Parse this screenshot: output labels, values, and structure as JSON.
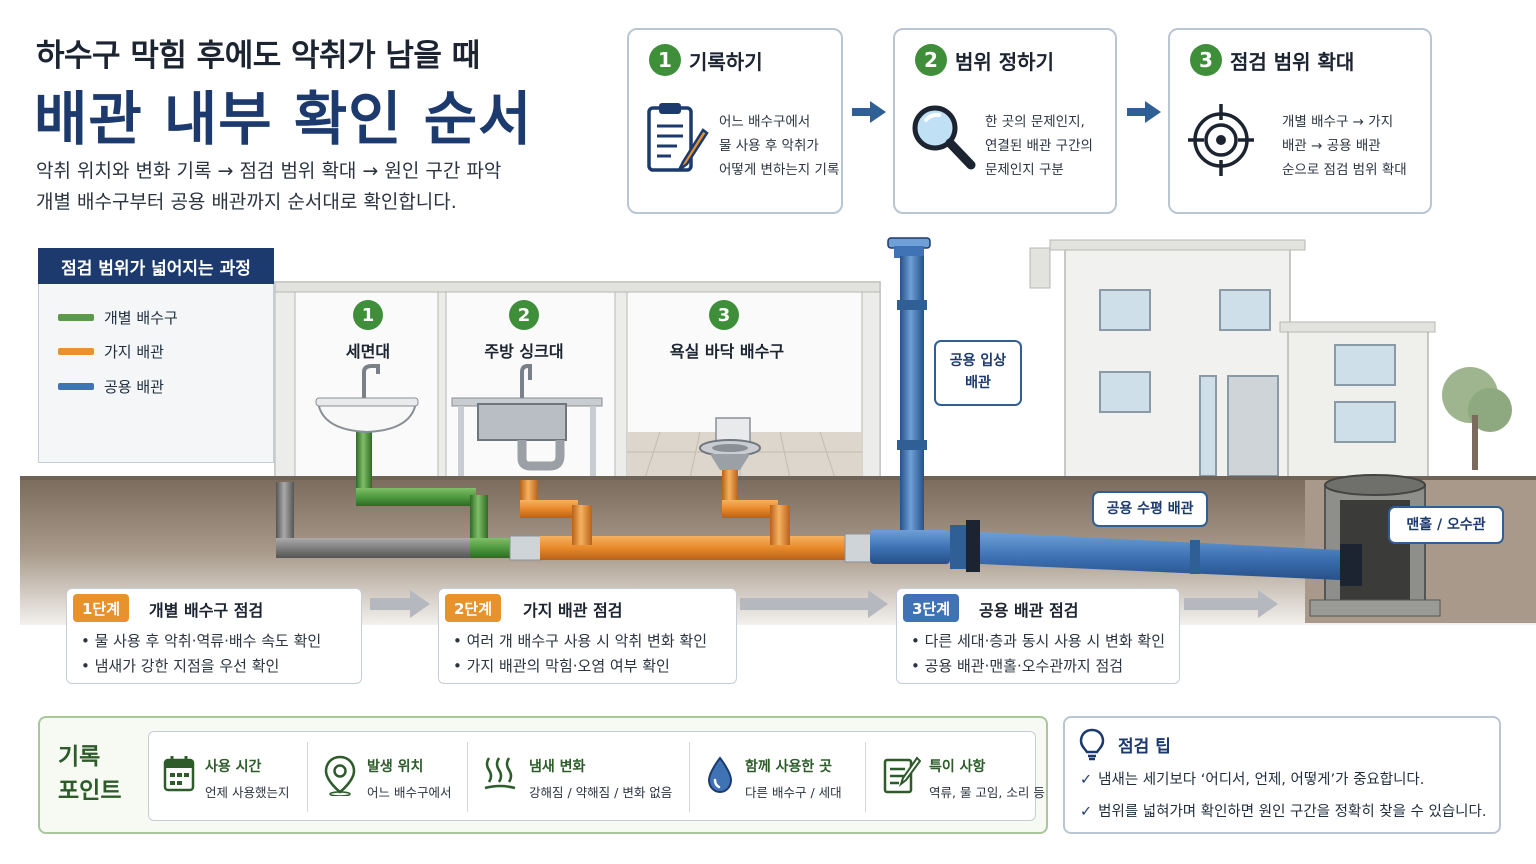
{
  "header": {
    "subtitle": "하수구 막힘 후에도 악취가 남을 때",
    "title": "배관 내부 확인 순서",
    "desc_line1": "악취 위치와 변화 기록 → 점검 범위 확대 → 원인 구간 파악",
    "desc_line2": "개별 배수구부터 공용 배관까지 순서대로 확인합니다."
  },
  "steps": [
    {
      "num": "1",
      "title": "기록하기",
      "lines": [
        "어느 배수구에서",
        "물 사용 후 악취가",
        "어떻게 변하는지 기록"
      ],
      "icon": "clipboard-icon"
    },
    {
      "num": "2",
      "title": "범위 정하기",
      "lines": [
        "한 곳의 문제인지,",
        "연결된 배관 구간의",
        "문제인지 구분"
      ],
      "icon": "magnifier-icon"
    },
    {
      "num": "3",
      "title": "점검 범위 확대",
      "lines": [
        "개별 배수구 → 가지",
        "배관 → 공용 배관",
        "순으로 점검 범위 확대"
      ],
      "icon": "target-icon"
    }
  ],
  "legend": {
    "title": "점검 범위가 넓어지는 과정",
    "items": [
      {
        "label": "개별 배수구",
        "color": "#5a9a4a"
      },
      {
        "label": "가지 배관",
        "color": "#e8922e"
      },
      {
        "label": "공용 배관",
        "color": "#3f73b5"
      }
    ]
  },
  "fixtures": [
    {
      "num": "1",
      "label": "세면대"
    },
    {
      "num": "2",
      "label": "주방 싱크대"
    },
    {
      "num": "3",
      "label": "욕실 바닥 배수구"
    }
  ],
  "callouts": {
    "riser_line1": "공용 입상",
    "riser_line2": "배관",
    "horizontal": "공용 수평 배관",
    "manhole": "맨홀 / 오수관"
  },
  "stages": [
    {
      "badge": "1단계",
      "title": "개별 배수구 점검",
      "color": "#e8922e",
      "bullets": [
        "• 물 사용 후 악취·역류·배수 속도 확인",
        "• 냄새가 강한 지점을 우선 확인"
      ]
    },
    {
      "badge": "2단계",
      "title": "가지 배관 점검",
      "color": "#e8922e",
      "bullets": [
        "• 여러 개 배수구 사용 시 악취 변화 확인",
        "• 가지 배관의 막힘·오염 여부 확인"
      ]
    },
    {
      "badge": "3단계",
      "title": "공용 배관 점검",
      "color": "#3f73b5",
      "bullets": [
        "• 다른 세대·층과 동시 사용 시 변화 확인",
        "• 공용 배관·맨홀·오수관까지 점검"
      ]
    }
  ],
  "record": {
    "label_line1": "기록",
    "label_line2": "포인트",
    "items": [
      {
        "title": "사용 시간",
        "sub": "언제 사용했는지",
        "icon": "calendar-icon"
      },
      {
        "title": "발생 위치",
        "sub": "어느 배수구에서",
        "icon": "location-pin-icon"
      },
      {
        "title": "냄새 변화",
        "sub": "강해짐 / 약해짐 / 변화 없음",
        "icon": "odor-icon"
      },
      {
        "title": "함께 사용한 곳",
        "sub": "다른 배수구 / 세대",
        "icon": "water-drop-icon"
      },
      {
        "title": "특이 사항",
        "sub": "역류, 물 고임, 소리 등",
        "icon": "note-icon"
      }
    ]
  },
  "tips": {
    "title": "점검 팁",
    "items": [
      "냄새는 세기보다 ‘어디서, 언제, 어떻게’가 중요합니다.",
      "범위를 넓혀가며 확인하면 원인 구간을 정확히 찾을 수 있습니다."
    ]
  }
}
